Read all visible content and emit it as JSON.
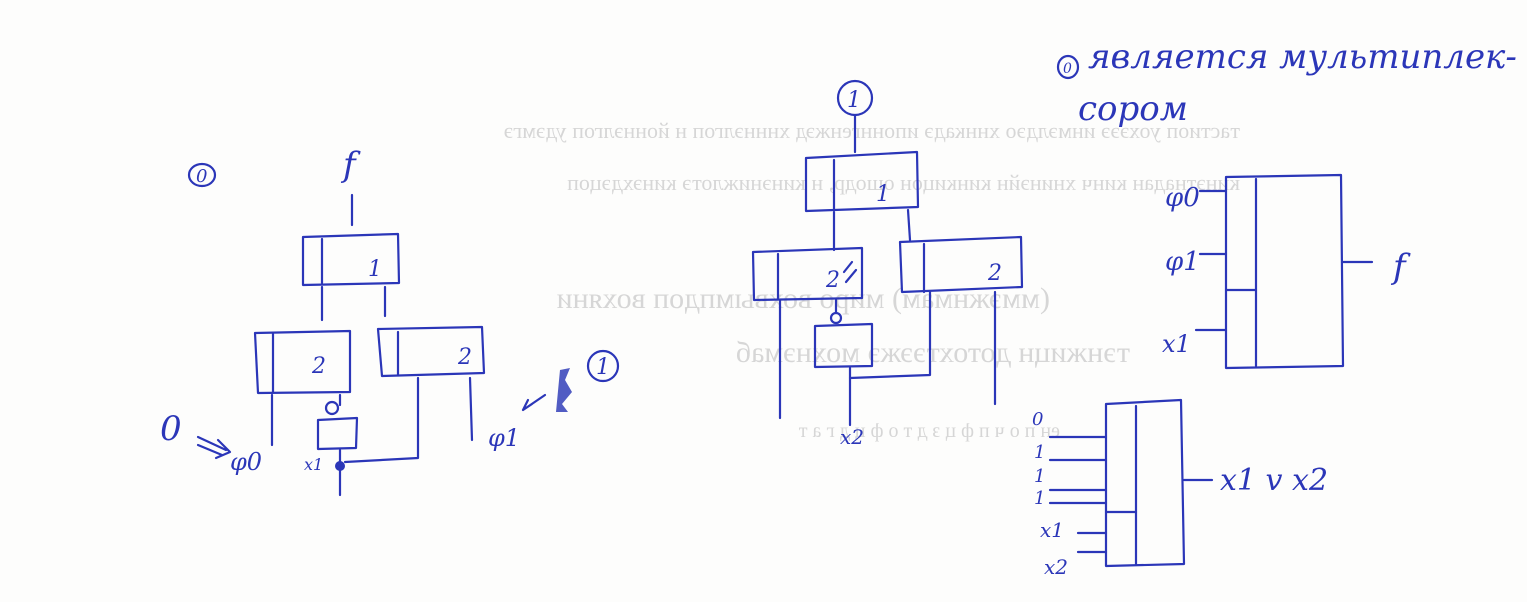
{
  "left_schema": {
    "mark": "0",
    "output": "f",
    "box_top": "1",
    "box_left": "2",
    "box_right": "2",
    "input_left": "φ0",
    "input_right": "φ1",
    "input_x": "x1",
    "arrow_left_value": "0",
    "arrow_right_value": "1"
  },
  "middle_schema": {
    "mark": "1",
    "box_top": "1",
    "box_left": "2",
    "box_right": "2",
    "input_x": "x2"
  },
  "note": {
    "mark": "0",
    "line1": "является мультиплек-",
    "line2": "сором"
  },
  "mux_block": {
    "inputs": [
      "φ0",
      "φ1",
      "x1"
    ],
    "output": "f"
  },
  "or_block": {
    "inputs": [
      "0",
      "1",
      "1",
      "1"
    ],
    "selectors": [
      "x1",
      "x2"
    ],
    "output": "x1 v x2"
  }
}
